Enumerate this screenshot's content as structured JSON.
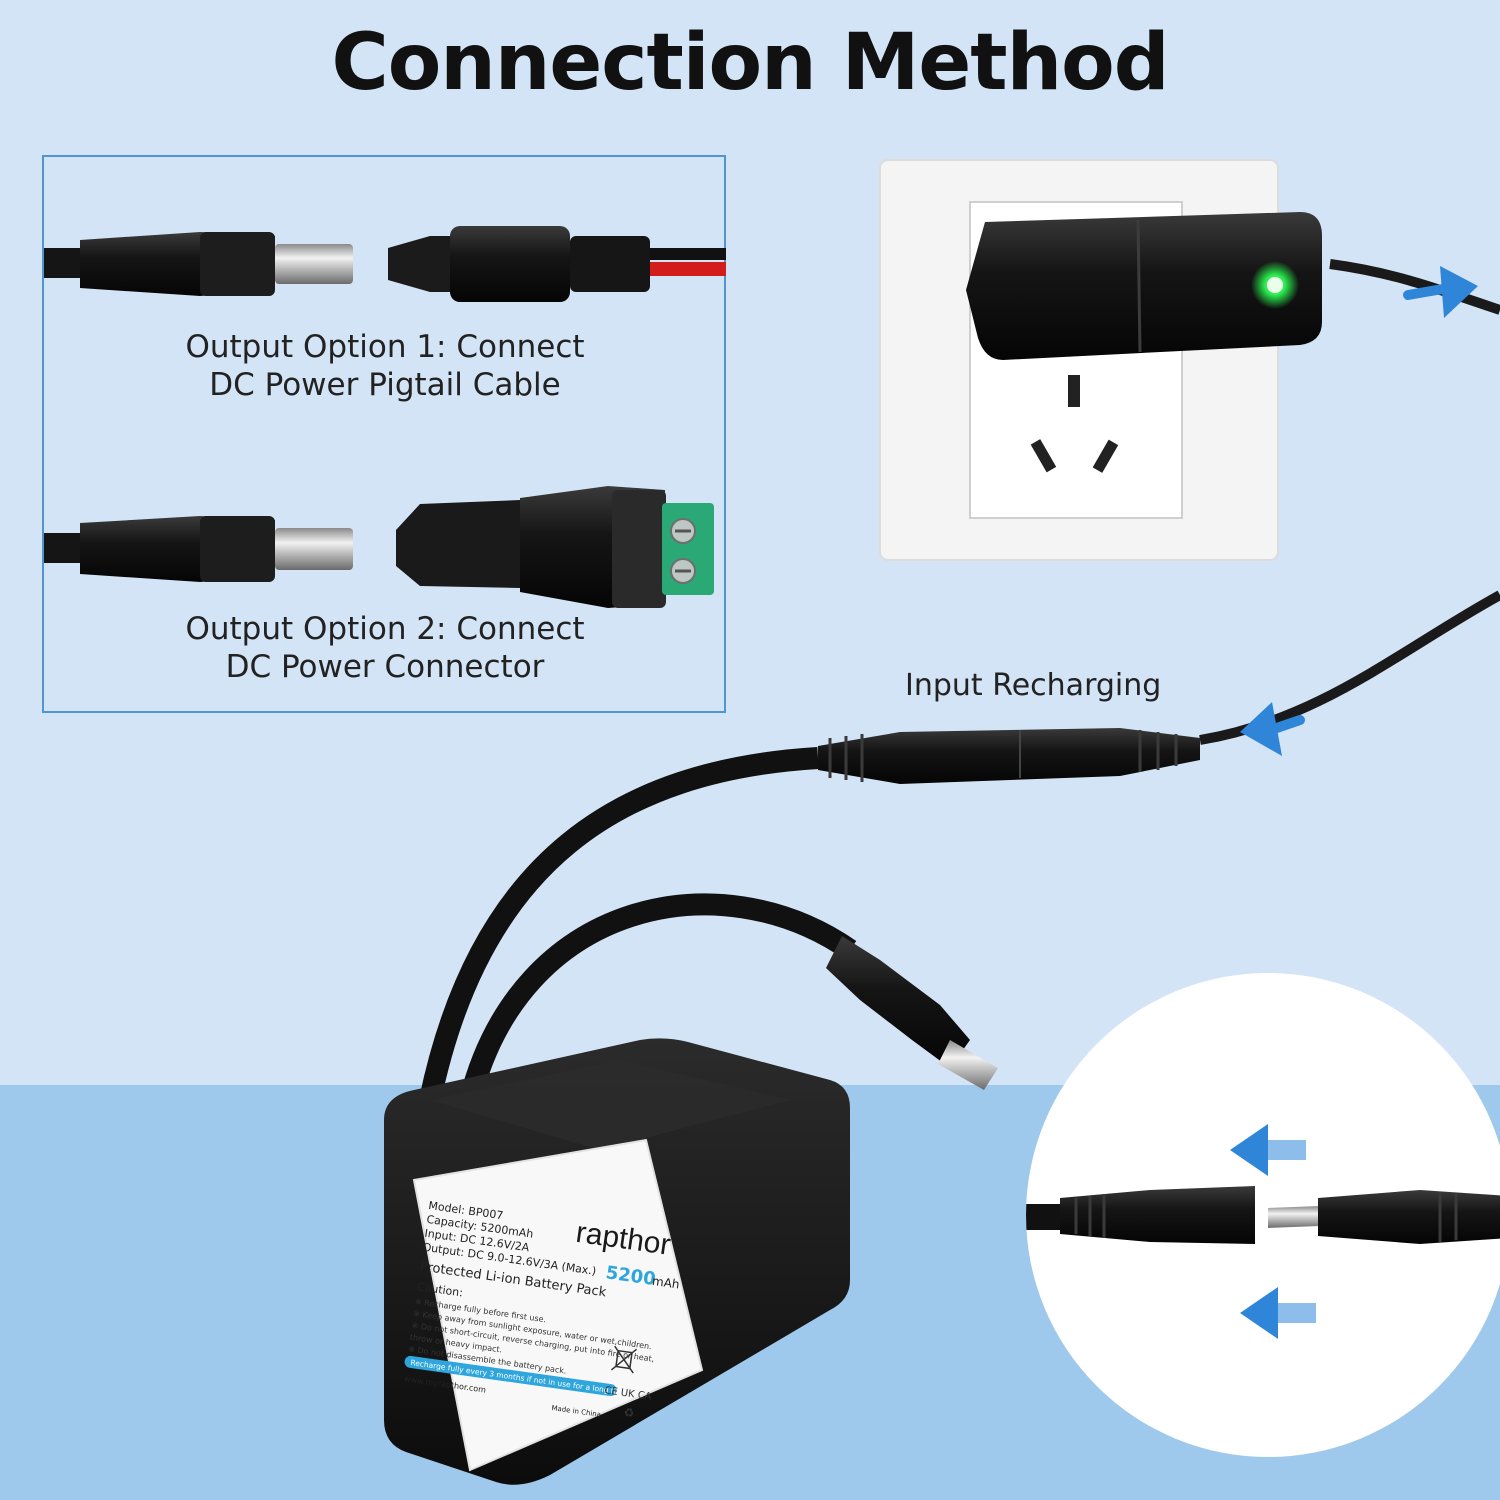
{
  "title": "Connection Method",
  "option1": {
    "line1": "Output Option 1: Connect",
    "line2": "DC Power Pigtail Cable"
  },
  "option2": {
    "line1": "Output Option 2: Connect",
    "line2": "DC Power Connector"
  },
  "input_label": "Input Recharging",
  "battery": {
    "brand": "rapthor",
    "capacity_big": "5200",
    "capacity_unit": "mAh",
    "model": "Model: BP007",
    "capacity": "Capacity: 5200mAh",
    "input": "Input: DC  12.6V/2A",
    "output": "Output: DC  9.0-12.6V/3A (Max.)",
    "pack": "Protected Li-ion Battery Pack",
    "caution": "Caution:",
    "c1": "※ Recharge fully before first use.",
    "c2": "※ Keep away from sunlight exposure, water or wet,children.",
    "c3": "※ Do not short-circuit, reverse charging, put into fire or heat,",
    "c4": "throw or heavy impact.",
    "c5": "※ Do not disassemble the battery pack.",
    "banner": "Recharge fully every 3 months if not in use for a long time.",
    "website": "www.myrapthor.com",
    "made": "Made in China",
    "marks": "CE UK CA"
  },
  "colors": {
    "background": "#d3e4f6",
    "lower_band": "#9fc9ec",
    "box_border": "#4f95cf",
    "arrow": "#2f86d8",
    "led": "#27e24a",
    "terminal": "#2aa876"
  },
  "icons": [
    "arrow-right-icon",
    "arrow-left-icon",
    "led-indicator-icon",
    "weee-bin-icon",
    "recycle-icon"
  ]
}
